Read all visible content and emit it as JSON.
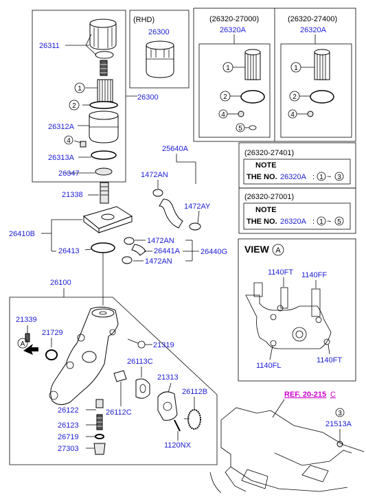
{
  "labels": {
    "rhd": "(RHD)",
    "rhd_part": "26300",
    "p26311": "26311",
    "p26300": "26300",
    "p26312A": "26312A",
    "p26313A": "26313A",
    "p26347": "26347",
    "code_27000": "(26320-27000)",
    "code_27000_part": "26320A",
    "code_27400": "(26320-27400)",
    "code_27400_part": "26320A",
    "code_27401": "(26320-27401)",
    "code_27001": "(26320-27001)",
    "note": "NOTE",
    "the_no": "THE NO.",
    "note_part": "26320A",
    "p25640A": "25640A",
    "p1472AN_top": "1472AN",
    "p1472AY": "1472AY",
    "p21338": "21338",
    "p26410B": "26410B",
    "p26413": "26413",
    "p1472AN_mid": "1472AN",
    "p26441A": "26441A",
    "p26440G": "26440G",
    "p1472AN_low": "1472AN",
    "view": "VIEW",
    "view_letter": "A",
    "p1140FT_a": "1140FT",
    "p1140FF": "1140FF",
    "p1140FL": "1140FL",
    "p1140FT_b": "1140FT",
    "p26100": "26100",
    "p21339": "21339",
    "p21729": "21729",
    "arrow_letter": "A",
    "p21319": "21319",
    "p26113C": "26113C",
    "p21313": "21313",
    "p26112B": "26112B",
    "p26112C": "26112C",
    "p26122": "26122",
    "p26123": "26123",
    "p26719": "26719",
    "p27303": "27303",
    "p1120NX": "1120NX",
    "ref": "REF. 20-215",
    "ref_suffix": "C",
    "p21513A": "21513A"
  },
  "callouts": [
    "1",
    "2",
    "3",
    "4",
    "5"
  ],
  "note_ranges": {
    "first_27401": "1",
    "last_27401": "3",
    "first_27001": "1",
    "last_27001": "5"
  },
  "colors": {
    "part_number": "#1b1bd6",
    "ref_link": "#cc00cc",
    "line": "#000000"
  }
}
